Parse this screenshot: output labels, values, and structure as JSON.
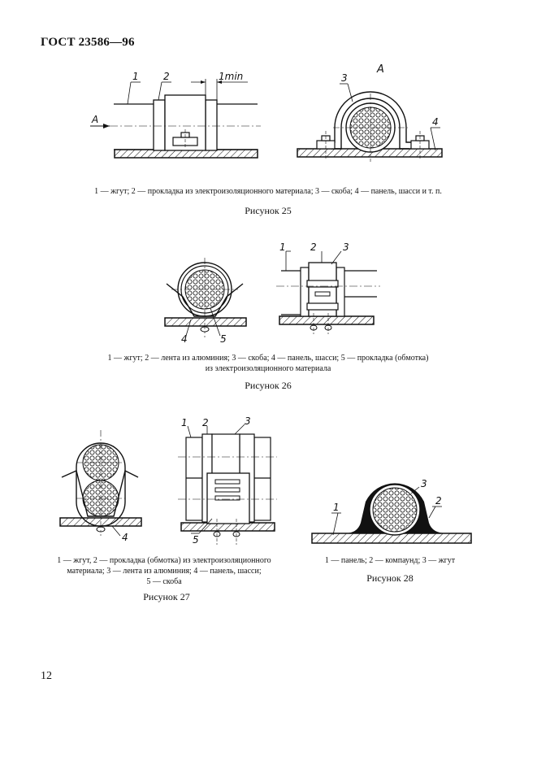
{
  "header": {
    "standard": "ГОСТ 23586—96"
  },
  "page_number": "12",
  "fig25": {
    "caption": "1 — жгут; 2 — прокладка из электроизоляционного материала; 3 — скоба; 4 — панель, шасси и т. п.",
    "title": "Рисунок 25",
    "labels": {
      "n1": "1",
      "n2": "2",
      "n3": "3",
      "n4": "4",
      "view_a": "А",
      "arrow_a": "А",
      "dim": "1min"
    }
  },
  "fig26": {
    "caption_line1": "1 — жгут; 2 — лента из алюминия; 3 — скоба; 4 — панель, шасси; 5 — прокладка (обмотка)",
    "caption_line2": "из электроизоляционного материала",
    "title": "Рисунок 26",
    "labels": {
      "n1": "1",
      "n2": "2",
      "n3": "3",
      "n4": "4",
      "n5": "5"
    }
  },
  "fig27": {
    "caption_line1": "1 — жгут, 2 — прокладка (обмотка) из электроизоляционного",
    "caption_line2": "материала; 3 — лента из алюминия; 4 — панель, шасси;",
    "caption_line3": "5 — скоба",
    "title": "Рисунок 27",
    "labels": {
      "n1": "1",
      "n2": "2",
      "n3": "3",
      "n4": "4",
      "n5": "5"
    }
  },
  "fig28": {
    "caption": "1 — панель; 2 — компаунд; 3 — жгут",
    "title": "Рисунок 28",
    "labels": {
      "n1": "1",
      "n2": "2",
      "n3": "3"
    }
  }
}
